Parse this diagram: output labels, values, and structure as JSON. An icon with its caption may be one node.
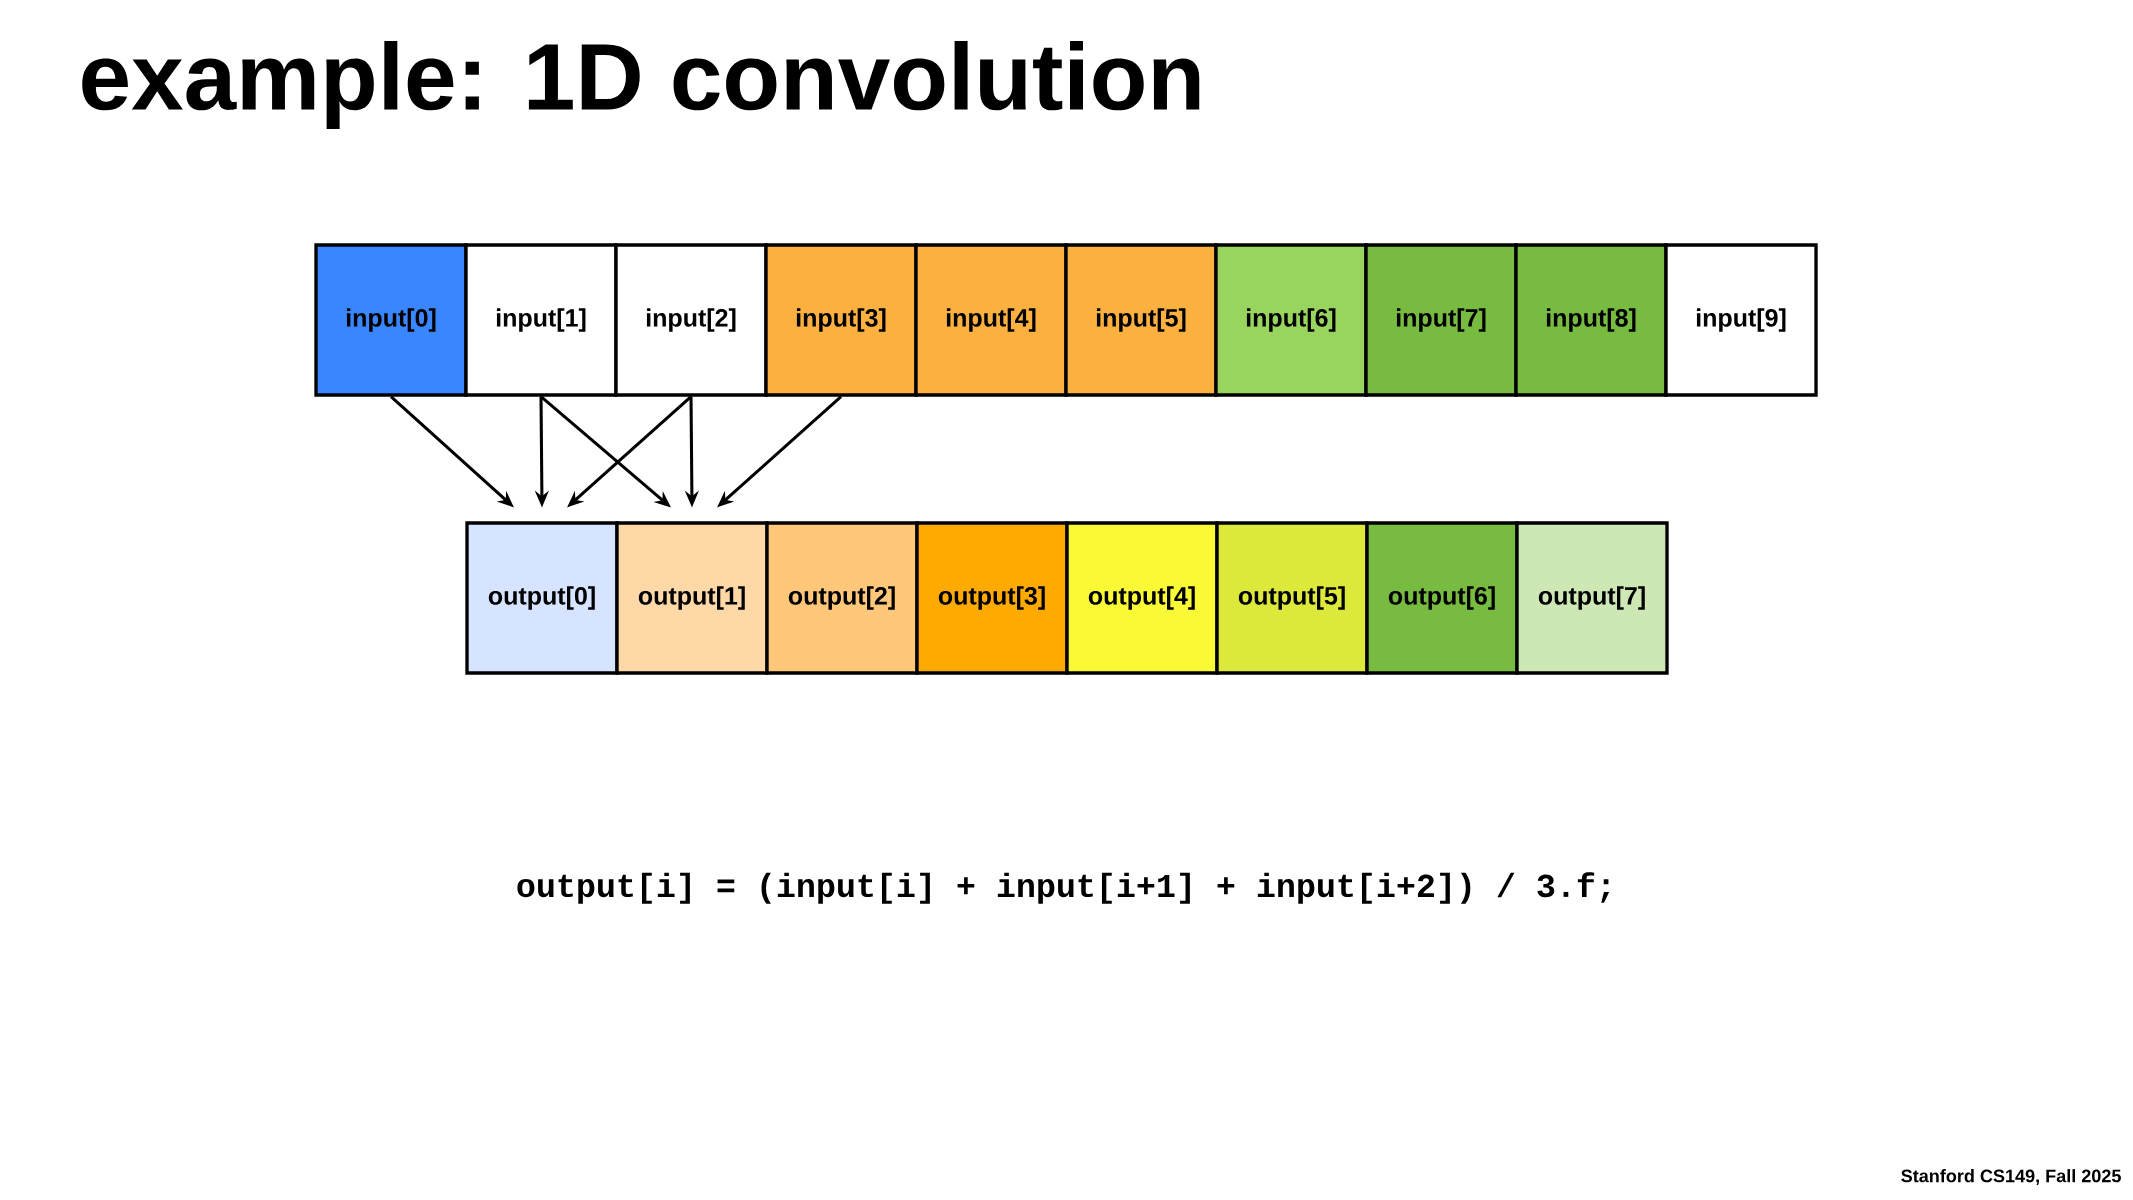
{
  "diagram": {
    "title": "example: 1D convolution",
    "nodes": [
      {
        "text": [
          "input[0]"
        ]
      },
      {
        "text": [
          "input[1]"
        ]
      },
      {
        "text": [
          "input[2]"
        ]
      },
      {
        "text": [
          "input[3]"
        ]
      },
      {
        "text": [
          "input[4]"
        ]
      },
      {
        "text": [
          "input[5]"
        ]
      },
      {
        "text": [
          "input[6]"
        ]
      },
      {
        "text": [
          "input[7]"
        ]
      },
      {
        "text": [
          "input[8]"
        ]
      },
      {
        "text": [
          "input[9]"
        ]
      },
      {
        "text": [
          "output[0]"
        ]
      },
      {
        "text": [
          "output[1]"
        ]
      },
      {
        "text": [
          "output[2]"
        ]
      },
      {
        "text": [
          "output[3]"
        ]
      },
      {
        "text": [
          "output[4]"
        ]
      },
      {
        "text": [
          "output[5]"
        ]
      },
      {
        "text": [
          "output[6]"
        ]
      },
      {
        "text": [
          "output[7]"
        ]
      }
    ],
    "edges": [
      {
        "from": 0,
        "to": 10,
        "arrow": "to"
      },
      {
        "from": 1,
        "to": 10,
        "arrow": "to"
      },
      {
        "from": 1,
        "to": 11,
        "arrow": "to"
      },
      {
        "from": 2,
        "to": 10,
        "arrow": "to"
      },
      {
        "from": 2,
        "to": 11,
        "arrow": "to"
      },
      {
        "from": 3,
        "to": 11,
        "arrow": "to"
      }
    ],
    "labels": [
      "output[i] = (input[i] + input[i+1] + input[i+2]) / 3.f;",
      "Stanford CS149, Fall 2025"
    ]
  }
}
